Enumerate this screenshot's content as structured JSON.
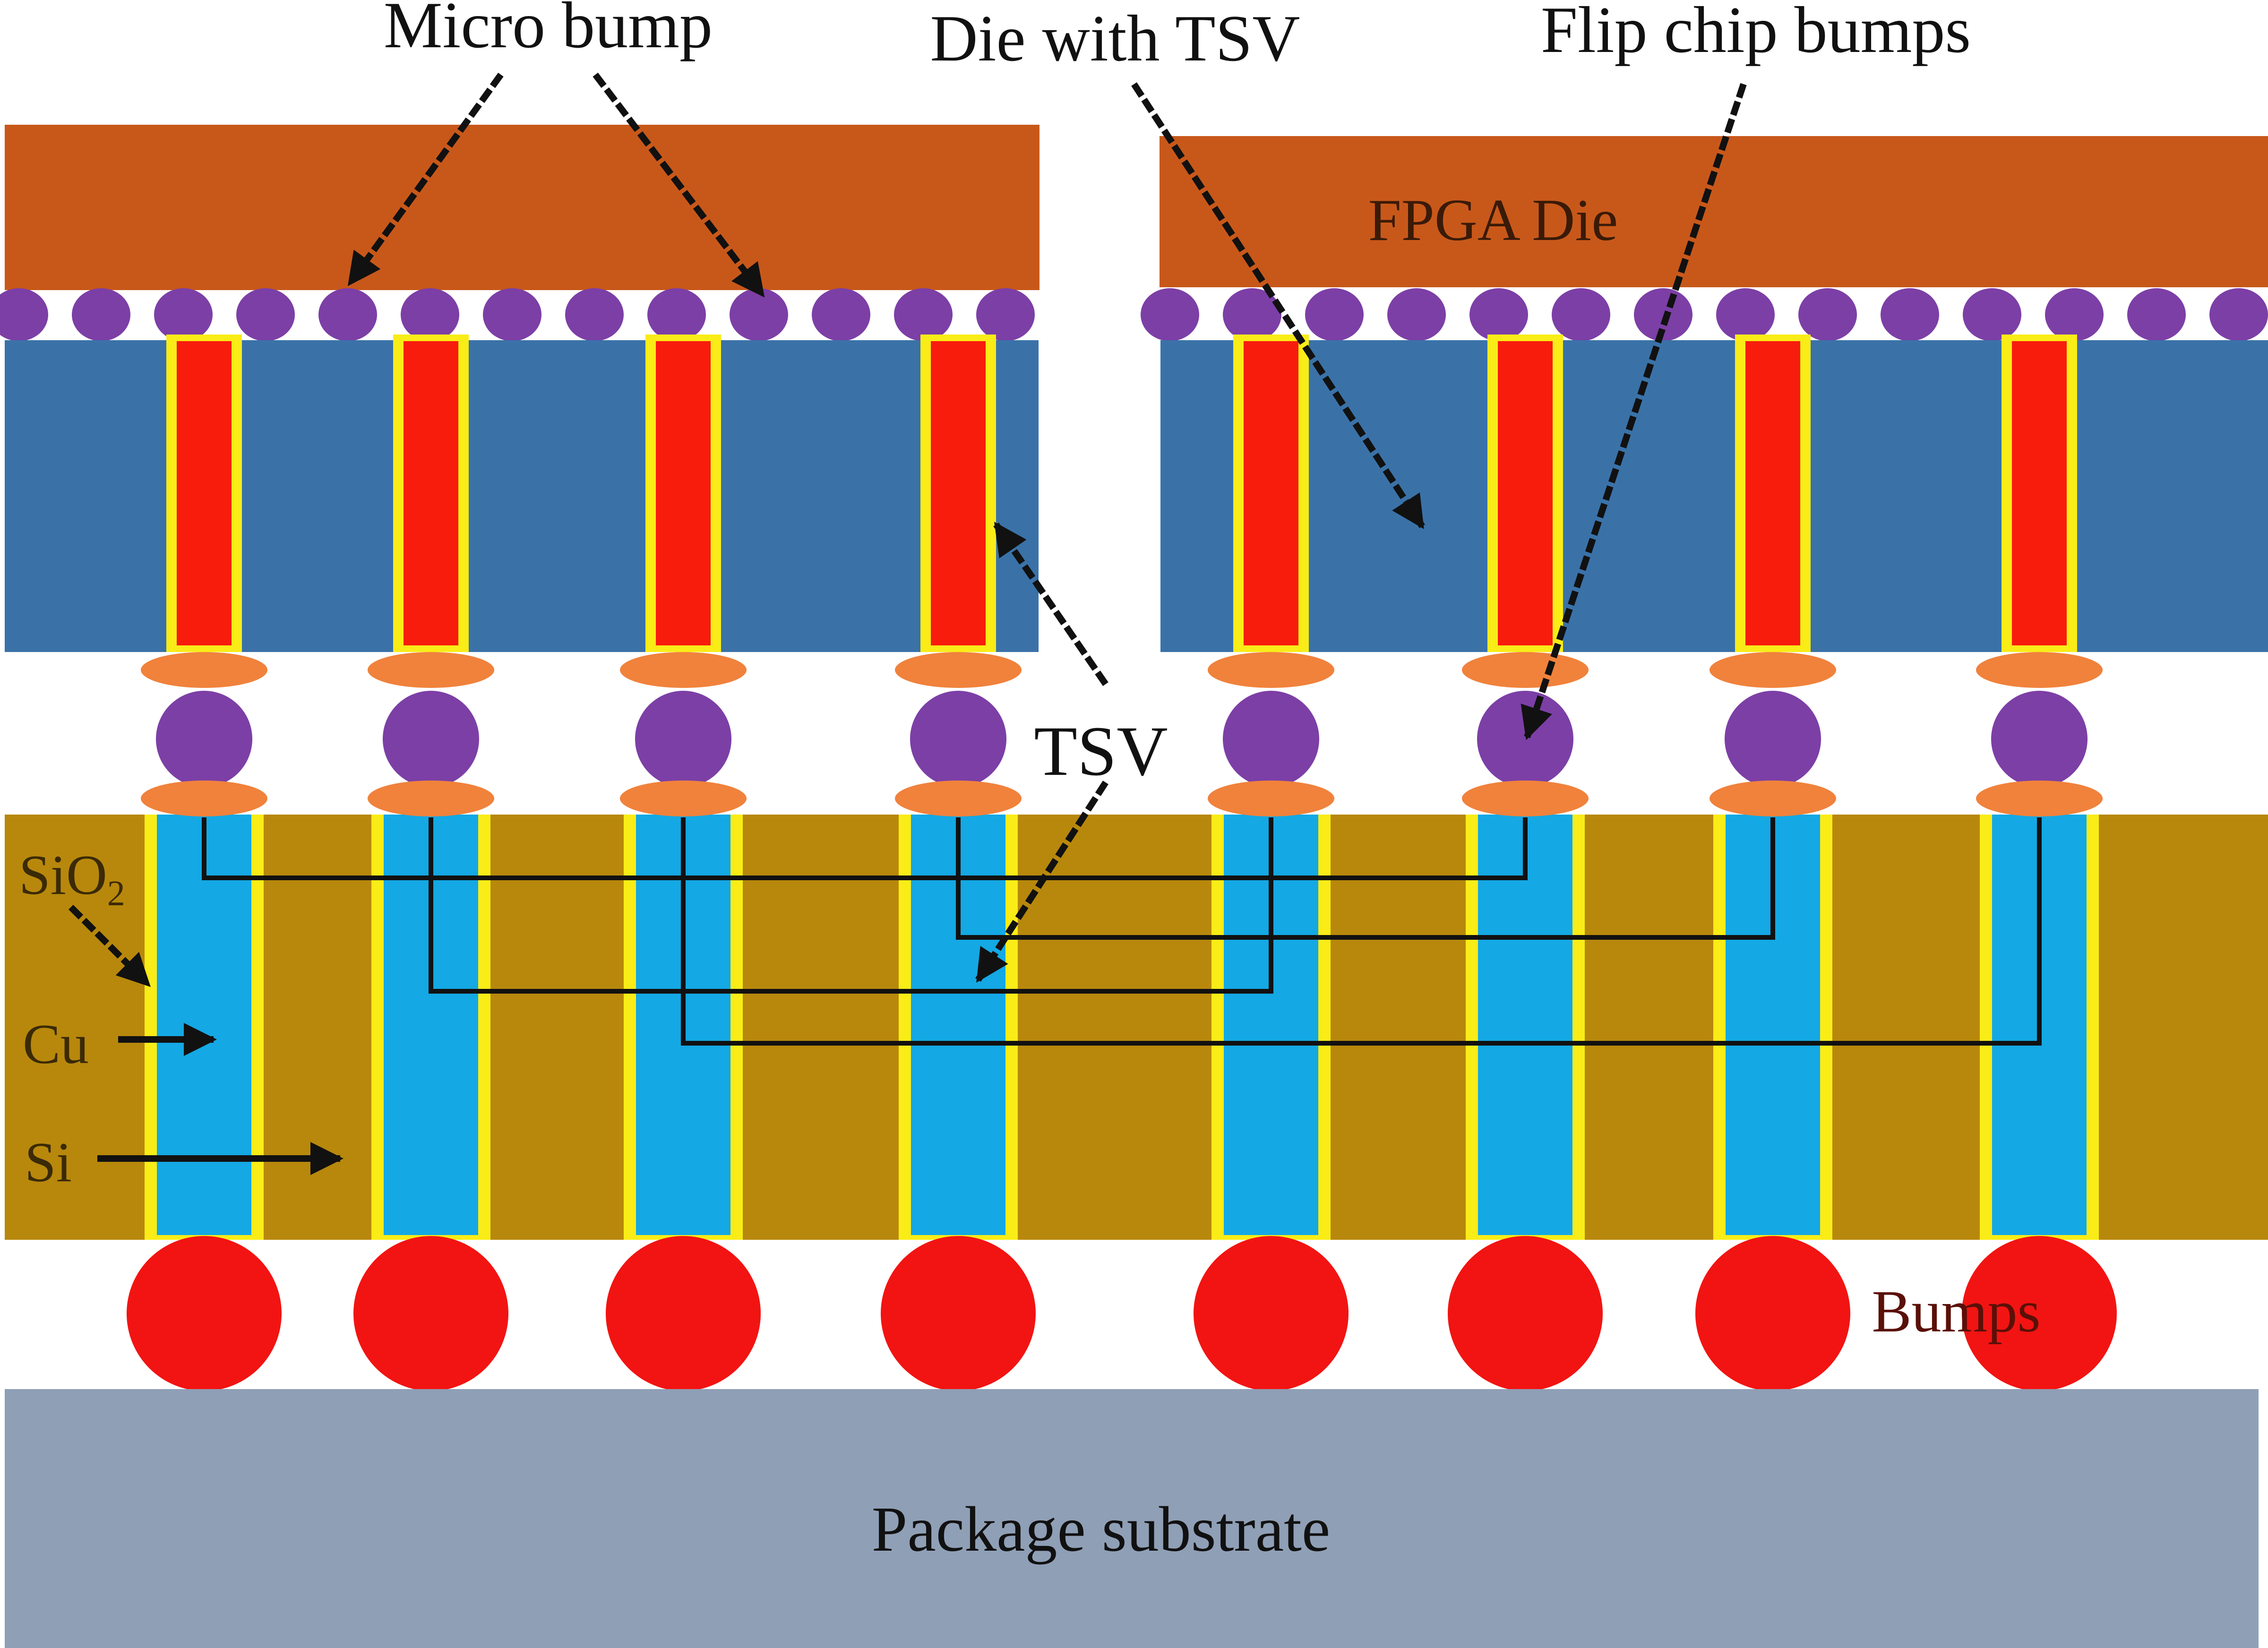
{
  "labels": {
    "micro_bump": "Micro bump",
    "die_with_tsv": "Die with TSV",
    "flip_chip_bumps": "Flip chip bumps",
    "fpga_die": "FPGA Die",
    "tsv": "TSV",
    "sio2_main": "SiO",
    "sio2_sub": "2",
    "cu": "Cu",
    "si": "Si",
    "bumps": "Bumps",
    "package_substrate": "Package substrate"
  },
  "colors": {
    "fpga_die": "#c8581a",
    "die_blue": "#3a72a8",
    "micro_bump": "#7c3fa6",
    "tsv_core": "#f81c0c",
    "tsv_liner": "#f9ec17",
    "pad": "#f0823c",
    "interposer": "#b8880c",
    "interposer_via": "#14a8e4",
    "c4_bump": "#f21412",
    "package_substrate": "#8f9fb6",
    "label_ink": "#111111"
  }
}
